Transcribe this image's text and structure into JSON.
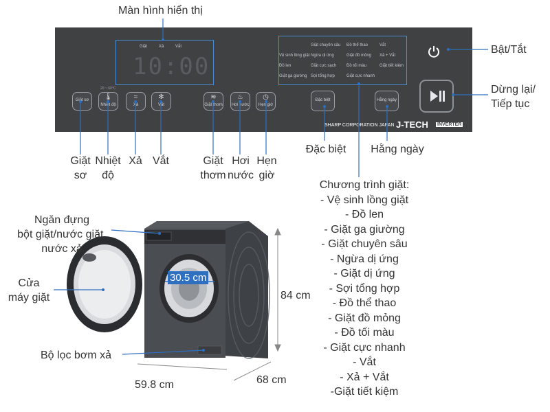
{
  "panel": {
    "display_labels": [
      "Giặt",
      "Xả",
      "Vắt"
    ],
    "display_digits": "10:00",
    "buttons": {
      "pre_wash": "Giặt sơ",
      "temperature": "Nhiệt độ",
      "temp_top": "20 ~ 60°C",
      "rinse": "Xả",
      "spin": "Vắt",
      "fragrance": "Giặt thơm",
      "steam": "Hơi nước",
      "timer": "Hẹn giờ",
      "special": "Đặc biệt",
      "daily": "Hằng ngày"
    },
    "programs": [
      [
        "",
        "Giặt chuyên sâu",
        "Đồ thể thao",
        "Vắt"
      ],
      [
        "Vệ sinh lồng giặt",
        "Ngừa dị ứng",
        "Giặt đồ mỏng",
        "Xả + Vắt"
      ],
      [
        "Đồ len",
        "Giặt cực sạch",
        "Đồ tối màu",
        "Giặt tiết kiệm"
      ],
      [
        "Giặt ga giường",
        "Sợi tổng hợp",
        "Giặt cực nhanh",
        ""
      ]
    ],
    "brand_corp": "SHARP CORPORATION JAPAN",
    "brand_jtech": "J-TECH",
    "brand_inverter": "INVERTER"
  },
  "labels": {
    "display": "Màn hình hiển thị",
    "power": "Bật/Tắt",
    "pause_line1": "Dừng lại/",
    "pause_line2": "Tiếp tục",
    "pre_wash_1": "Giặt",
    "pre_wash_2": "sơ",
    "temperature_1": "Nhiệt",
    "temperature_2": "độ",
    "rinse": "Xả",
    "spin": "Vắt",
    "fragrance_1": "Giặt",
    "fragrance_2": "thơm",
    "steam_1": "Hơi",
    "steam_2": "nước",
    "timer_1": "Hẹn",
    "timer_2": "giờ",
    "special": "Đặc biệt",
    "daily": "Hằng ngày",
    "programs_title": "Chương trình giặt:",
    "programs": [
      "- Vệ sinh lồng giặt",
      "- Đồ len",
      "- Giặt ga giường",
      "- Giặt chuyên sâu",
      "- Ngừa dị ứng",
      "- Giặt dị ứng",
      "- Sợi tổng hợp",
      "- Đồ thể thao",
      "- Giặt đồ mỏng",
      "- Đồ tối màu",
      "- Giặt cực nhanh",
      "- Vắt",
      "- Xả + Vắt",
      "-Giặt tiết kiệm"
    ],
    "detergent_1": "Ngăn đựng",
    "detergent_2": "bột giặt/nước giặt,",
    "detergent_3": "nước xả",
    "door_1": "Cửa",
    "door_2": "máy giặt",
    "filter": "Bộ lọc bơm xả",
    "door_diameter": "30.5 cm",
    "height": "84 cm",
    "width": "59.8 cm",
    "depth": "68 cm"
  }
}
